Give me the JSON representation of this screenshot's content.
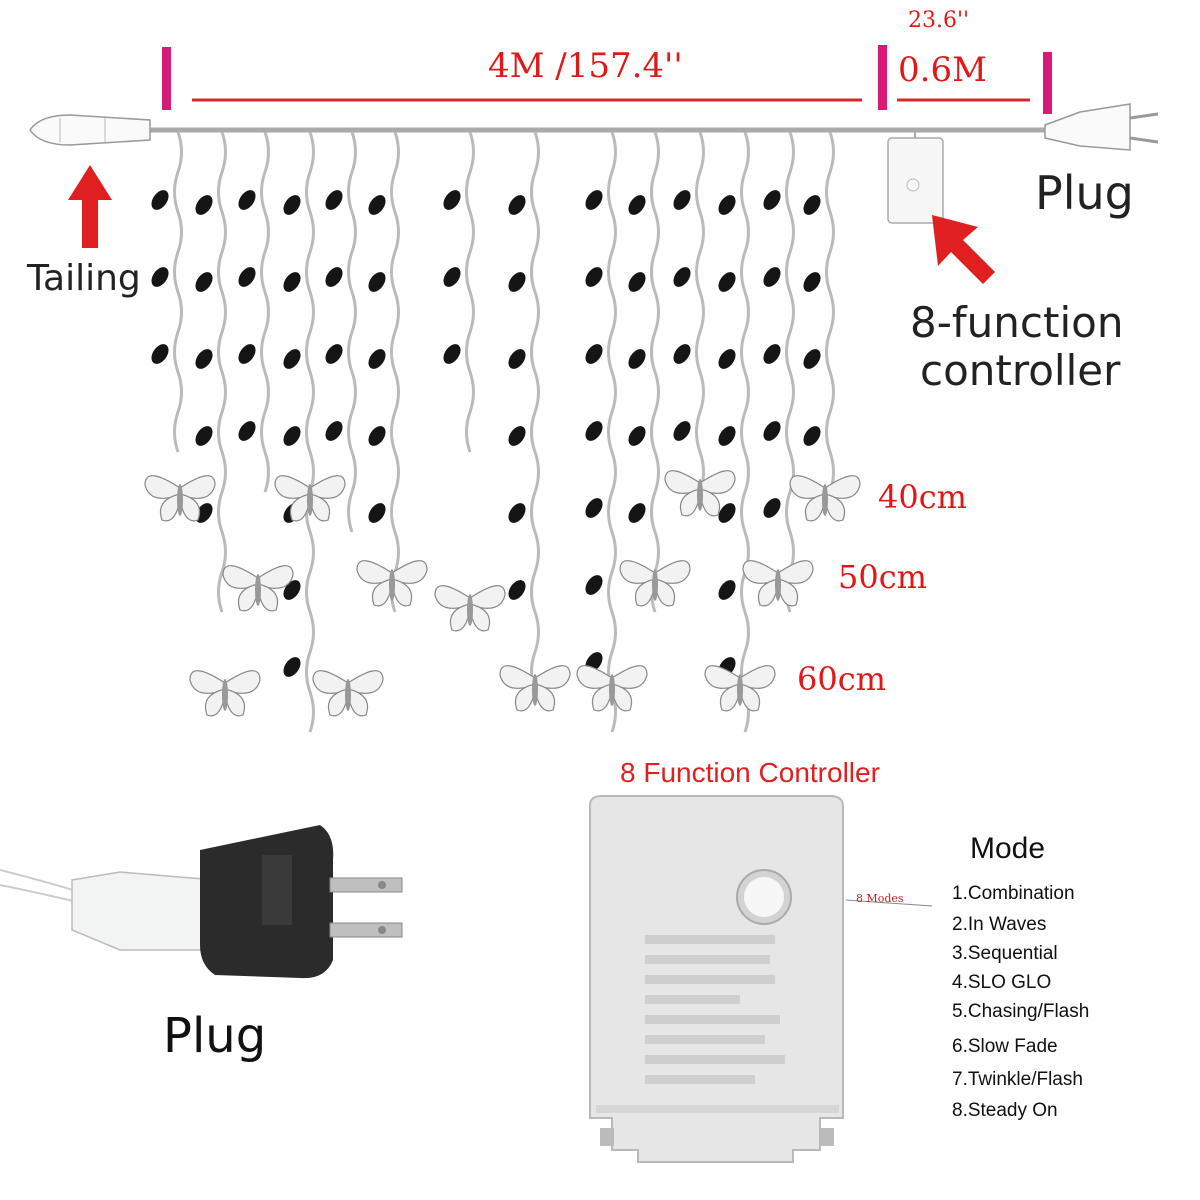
{
  "dimensions": {
    "total_length": "4M /157.4''",
    "lead_inches": "23.6''",
    "lead_meters": "0.6M"
  },
  "labels": {
    "tailing": "Tailing",
    "plug_top": "Plug",
    "controller_line1": "8-function",
    "controller_line2": "controller",
    "plug_bottom": "Plug"
  },
  "drop_lengths": [
    "40cm",
    "50cm",
    "60cm"
  ],
  "controller": {
    "title": "8 Function Controller",
    "modes_pointer": "8 Modes",
    "mode_heading": "Mode",
    "modes": [
      "1.Combination",
      "2.In Waves",
      "3.Sequential",
      "4.SLO GLO",
      "5.Chasing/Flash",
      "6.Slow Fade",
      "7.Twinkle/Flash",
      "8.Steady On"
    ]
  },
  "colors": {
    "dimension_red": "#e01818",
    "marker_magenta": "#d81b7a",
    "arrow_red": "#e02020",
    "plug_body": "#2a2a2a"
  }
}
